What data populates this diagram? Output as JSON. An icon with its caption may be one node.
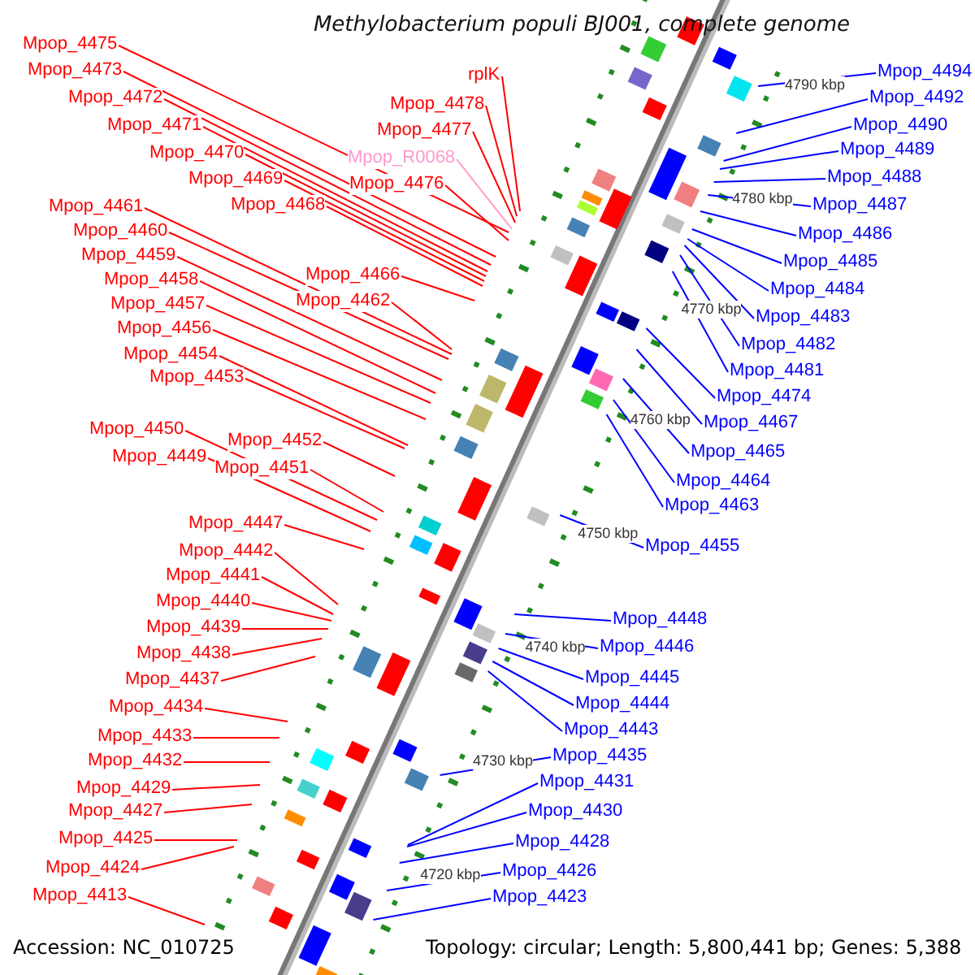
{
  "diagram": {
    "title": "Methylobacterium populi BJ001, complete genome",
    "nodes": [
      {
        "text": [
          "Mpop_4475"
        ]
      },
      {
        "text": [
          "Mpop_4473"
        ]
      },
      {
        "text": [
          "Mpop_4472"
        ]
      },
      {
        "text": [
          "Mpop_4471"
        ]
      },
      {
        "text": [
          "Mpop_4470"
        ]
      },
      {
        "text": [
          "Mpop_4469"
        ]
      },
      {
        "text": [
          "Mpop_4468"
        ]
      },
      {
        "text": [
          "rplK"
        ]
      },
      {
        "text": [
          "Mpop_4478"
        ]
      },
      {
        "text": [
          "Mpop_4477"
        ]
      },
      {
        "text": [
          "Mpop_R0068"
        ]
      },
      {
        "text": [
          "Mpop_4476"
        ]
      },
      {
        "text": [
          "Mpop_4461"
        ]
      },
      {
        "text": [
          "Mpop_4460"
        ]
      },
      {
        "text": [
          "Mpop_4459"
        ]
      },
      {
        "text": [
          "Mpop_4458"
        ]
      },
      {
        "text": [
          "Mpop_4457"
        ]
      },
      {
        "text": [
          "Mpop_4456"
        ]
      },
      {
        "text": [
          "Mpop_4454"
        ]
      },
      {
        "text": [
          "Mpop_4453"
        ]
      },
      {
        "text": [
          "Mpop_4466"
        ]
      },
      {
        "text": [
          "Mpop_4462"
        ]
      },
      {
        "text": [
          "Mpop_4450"
        ]
      },
      {
        "text": [
          "Mpop_4452"
        ]
      },
      {
        "text": [
          "Mpop_4449"
        ]
      },
      {
        "text": [
          "Mpop_4451"
        ]
      },
      {
        "text": [
          "Mpop_4447"
        ]
      },
      {
        "text": [
          "Mpop_4442"
        ]
      },
      {
        "text": [
          "Mpop_4441"
        ]
      },
      {
        "text": [
          "Mpop_4440"
        ]
      },
      {
        "text": [
          "Mpop_4439"
        ]
      },
      {
        "text": [
          "Mpop_4438"
        ]
      },
      {
        "text": [
          "Mpop_4437"
        ]
      },
      {
        "text": [
          "Mpop_4434"
        ]
      },
      {
        "text": [
          "Mpop_4433"
        ]
      },
      {
        "text": [
          "Mpop_4432"
        ]
      },
      {
        "text": [
          "Mpop_4429"
        ]
      },
      {
        "text": [
          "Mpop_4427"
        ]
      },
      {
        "text": [
          "Mpop_4425"
        ]
      },
      {
        "text": [
          "Mpop_4424"
        ]
      },
      {
        "text": [
          "Mpop_4413"
        ]
      },
      {
        "text": [
          "Mpop_4494"
        ]
      },
      {
        "text": [
          "Mpop_4492"
        ]
      },
      {
        "text": [
          "Mpop_4490"
        ]
      },
      {
        "text": [
          "Mpop_4489"
        ]
      },
      {
        "text": [
          "Mpop_4488"
        ]
      },
      {
        "text": [
          "Mpop_4487"
        ]
      },
      {
        "text": [
          "Mpop_4486"
        ]
      },
      {
        "text": [
          "Mpop_4485"
        ]
      },
      {
        "text": [
          "Mpop_4484"
        ]
      },
      {
        "text": [
          "Mpop_4483"
        ]
      },
      {
        "text": [
          "Mpop_4482"
        ]
      },
      {
        "text": [
          "Mpop_4481"
        ]
      },
      {
        "text": [
          "Mpop_4474"
        ]
      },
      {
        "text": [
          "Mpop_4467"
        ]
      },
      {
        "text": [
          "Mpop_4465"
        ]
      },
      {
        "text": [
          "Mpop_4464"
        ]
      },
      {
        "text": [
          "Mpop_4463"
        ]
      },
      {
        "text": [
          "Mpop_4455"
        ]
      },
      {
        "text": [
          "Mpop_4448"
        ]
      },
      {
        "text": [
          "Mpop_4446"
        ]
      },
      {
        "text": [
          "Mpop_4445"
        ]
      },
      {
        "text": [
          "Mpop_4444"
        ]
      },
      {
        "text": [
          "Mpop_4443"
        ]
      },
      {
        "text": [
          "Mpop_4435"
        ]
      },
      {
        "text": [
          "Mpop_4431"
        ]
      },
      {
        "text": [
          "Mpop_4430"
        ]
      },
      {
        "text": [
          "Mpop_4428"
        ]
      },
      {
        "text": [
          "Mpop_4426"
        ]
      },
      {
        "text": [
          "Mpop_4423"
        ]
      }
    ],
    "edges": [
      {
        "from": 0,
        "to": null,
        "arrow": "none"
      },
      {
        "from": 1,
        "to": null,
        "arrow": "none"
      },
      {
        "from": 2,
        "to": null,
        "arrow": "none"
      },
      {
        "from": 3,
        "to": null,
        "arrow": "none"
      },
      {
        "from": 4,
        "to": null,
        "arrow": "none"
      },
      {
        "from": 5,
        "to": null,
        "arrow": "none"
      },
      {
        "from": 6,
        "to": null,
        "arrow": "none"
      },
      {
        "from": 7,
        "to": null,
        "arrow": "none"
      },
      {
        "from": 8,
        "to": null,
        "arrow": "none"
      },
      {
        "from": 9,
        "to": null,
        "arrow": "none"
      },
      {
        "from": 10,
        "to": null,
        "arrow": "none",
        "color": "#ff99cc"
      },
      {
        "from": 11,
        "to": null,
        "arrow": "none"
      },
      {
        "from": 12,
        "to": null,
        "arrow": "none"
      },
      {
        "from": 13,
        "to": null,
        "arrow": "none"
      },
      {
        "from": 14,
        "to": null,
        "arrow": "none"
      },
      {
        "from": 15,
        "to": null,
        "arrow": "none"
      },
      {
        "from": 16,
        "to": null,
        "arrow": "none"
      },
      {
        "from": 17,
        "to": null,
        "arrow": "none"
      },
      {
        "from": 18,
        "to": null,
        "arrow": "none"
      },
      {
        "from": 19,
        "to": null,
        "arrow": "none"
      },
      {
        "from": 20,
        "to": null,
        "arrow": "none"
      },
      {
        "from": 21,
        "to": null,
        "arrow": "none"
      },
      {
        "from": 22,
        "to": null,
        "arrow": "none"
      },
      {
        "from": 23,
        "to": null,
        "arrow": "none"
      },
      {
        "from": 24,
        "to": null,
        "arrow": "none"
      },
      {
        "from": 25,
        "to": null,
        "arrow": "none"
      },
      {
        "from": 26,
        "to": null,
        "arrow": "none"
      },
      {
        "from": 27,
        "to": null,
        "arrow": "none"
      },
      {
        "from": 28,
        "to": null,
        "arrow": "none"
      },
      {
        "from": 29,
        "to": null,
        "arrow": "none"
      },
      {
        "from": 30,
        "to": null,
        "arrow": "none"
      },
      {
        "from": 31,
        "to": null,
        "arrow": "none"
      },
      {
        "from": 32,
        "to": null,
        "arrow": "none"
      },
      {
        "from": 33,
        "to": null,
        "arrow": "none"
      },
      {
        "from": 34,
        "to": null,
        "arrow": "none"
      },
      {
        "from": 35,
        "to": null,
        "arrow": "none"
      },
      {
        "from": 36,
        "to": null,
        "arrow": "none"
      },
      {
        "from": 37,
        "to": null,
        "arrow": "none"
      },
      {
        "from": 38,
        "to": null,
        "arrow": "none"
      },
      {
        "from": 39,
        "to": null,
        "arrow": "none"
      },
      {
        "from": 40,
        "to": null,
        "arrow": "none"
      },
      {
        "from": 41,
        "to": null,
        "arrow": "none",
        "color": "#0000ff"
      },
      {
        "from": 42,
        "to": null,
        "arrow": "none",
        "color": "#0000ff"
      },
      {
        "from": 43,
        "to": null,
        "arrow": "none",
        "color": "#0000ff"
      },
      {
        "from": 44,
        "to": null,
        "arrow": "none",
        "color": "#0000ff"
      },
      {
        "from": 45,
        "to": null,
        "arrow": "none",
        "color": "#0000ff"
      },
      {
        "from": 46,
        "to": null,
        "arrow": "none",
        "color": "#0000ff"
      },
      {
        "from": 47,
        "to": null,
        "arrow": "none",
        "color": "#0000ff"
      },
      {
        "from": 48,
        "to": null,
        "arrow": "none",
        "color": "#0000ff"
      },
      {
        "from": 49,
        "to": null,
        "arrow": "none",
        "color": "#0000ff"
      },
      {
        "from": 50,
        "to": null,
        "arrow": "none",
        "color": "#0000ff"
      },
      {
        "from": 51,
        "to": null,
        "arrow": "none",
        "color": "#0000ff"
      },
      {
        "from": 52,
        "to": null,
        "arrow": "none",
        "color": "#0000ff"
      },
      {
        "from": 53,
        "to": null,
        "arrow": "none",
        "color": "#0000ff"
      },
      {
        "from": 54,
        "to": null,
        "arrow": "none",
        "color": "#0000ff"
      },
      {
        "from": 55,
        "to": null,
        "arrow": "none",
        "color": "#0000ff"
      },
      {
        "from": 56,
        "to": null,
        "arrow": "none",
        "color": "#0000ff"
      },
      {
        "from": 57,
        "to": null,
        "arrow": "none",
        "color": "#0000ff"
      },
      {
        "from": 58,
        "to": null,
        "arrow": "none",
        "color": "#0000ff"
      },
      {
        "from": 59,
        "to": null,
        "arrow": "none",
        "color": "#0000ff"
      },
      {
        "from": 60,
        "to": null,
        "arrow": "none",
        "color": "#0000ff"
      },
      {
        "from": 61,
        "to": null,
        "arrow": "none",
        "color": "#0000ff"
      },
      {
        "from": 62,
        "to": null,
        "arrow": "none",
        "color": "#0000ff"
      },
      {
        "from": 63,
        "to": null,
        "arrow": "none",
        "color": "#0000ff"
      },
      {
        "from": 64,
        "to": null,
        "arrow": "none",
        "color": "#0000ff"
      },
      {
        "from": 65,
        "to": null,
        "arrow": "none",
        "color": "#0000ff"
      },
      {
        "from": 66,
        "to": null,
        "arrow": "none",
        "color": "#0000ff"
      },
      {
        "from": 67,
        "to": null,
        "arrow": "none",
        "color": "#0000ff"
      },
      {
        "from": 68,
        "to": null,
        "arrow": "none",
        "color": "#0000ff"
      },
      {
        "from": 69,
        "to": null,
        "arrow": "none",
        "color": "#0000ff"
      }
    ],
    "labels": [
      "4790 kbp",
      "4780 kbp",
      "4770 kbp",
      "4760 kbp",
      "4750 kbp",
      "4740 kbp",
      "4730 kbp",
      "4720 kbp",
      "Accession: NC_010725",
      "Topology: circular; Length: 5,800,441 bp; Genes: 5,388"
    ]
  }
}
